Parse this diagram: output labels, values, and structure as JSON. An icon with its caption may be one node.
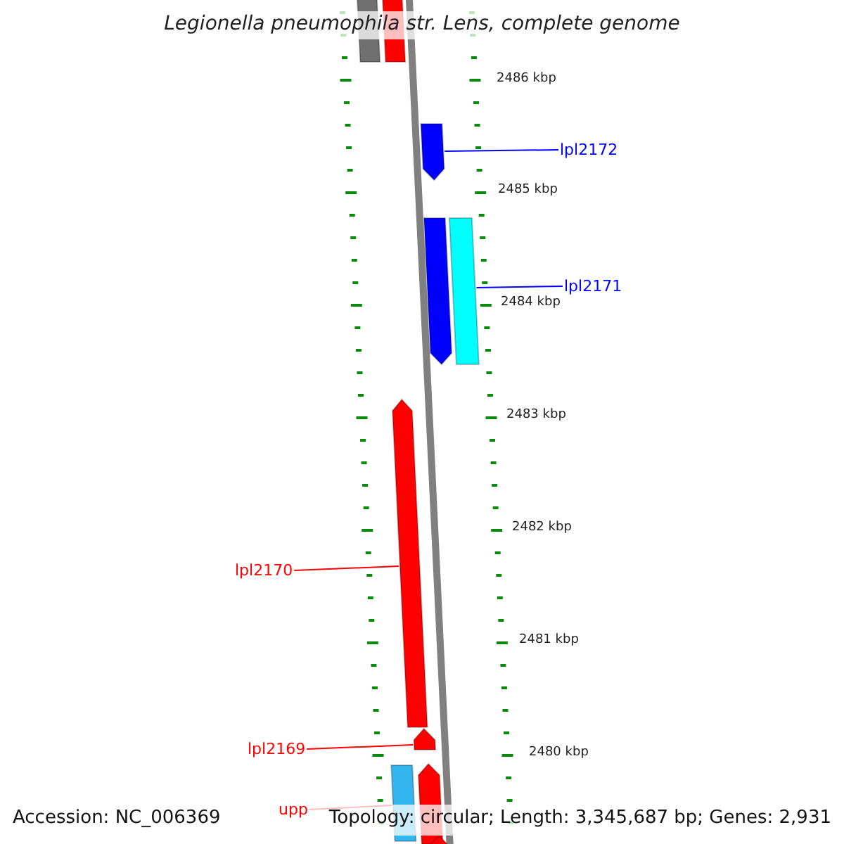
{
  "diagram": {
    "title": "Legionella pneumophila str. Lens, complete genome",
    "nodes": [
      {
        "text": [],
        "shape": "bar"
      },
      {
        "text": [],
        "shape": "bar"
      },
      {
        "text": [],
        "shape": "bar"
      },
      {
        "text": [],
        "shape": "bar"
      },
      {
        "text": [],
        "shape": "bar"
      },
      {
        "text": [],
        "shape": "bar"
      },
      {
        "text": [],
        "shape": "bar"
      },
      {
        "text": [],
        "shape": "bar"
      },
      {
        "text": [],
        "shape": "bar"
      },
      {
        "text": [],
        "shape": "bar"
      },
      {
        "text": [
          "lpl2172"
        ]
      },
      {
        "text": [
          "lpl2171"
        ]
      },
      {
        "text": [
          "lpl2170"
        ]
      },
      {
        "text": [
          "lpl2169"
        ]
      },
      {
        "text": [
          "upp"
        ]
      }
    ],
    "edges": [
      {
        "from": 10,
        "to": 2,
        "arrow": "none",
        "color": "#0000ff"
      },
      {
        "from": 11,
        "to": 4,
        "arrow": "none",
        "color": "#0000ff"
      },
      {
        "from": 12,
        "to": 5,
        "arrow": "none"
      },
      {
        "from": 13,
        "to": 6,
        "arrow": "none"
      },
      {
        "from": 14,
        "to": 7,
        "arrow": "none"
      }
    ],
    "labels": [
      "2486 kbp",
      "2485 kbp",
      "2484 kbp",
      "2483 kbp",
      "2482 kbp",
      "2481 kbp",
      "2480 kbp",
      "Accession: NC_006369",
      "Topology: circular; Length: 3,345,687 bp; Genes: 2,931"
    ]
  }
}
